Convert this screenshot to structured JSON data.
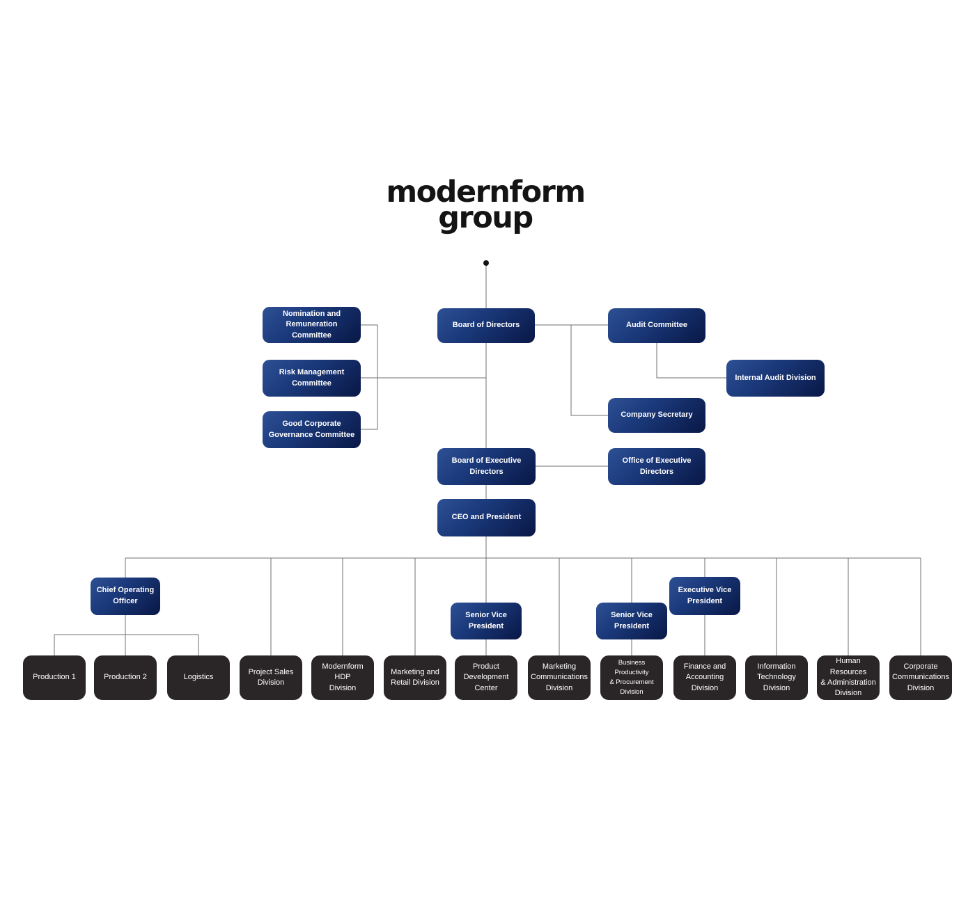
{
  "logo": {
    "line1": "modernform",
    "line2": "group"
  },
  "colors": {
    "node_primary_gradient_start": "#2e5094",
    "node_primary_gradient_end": "#0a1a4a",
    "node_dark": "#2a2627",
    "connector": "#6f6f6f",
    "text": "#ffffff",
    "logo_text": "#141414"
  },
  "nodes": {
    "nomination": "Nomination and\nRemuneration Committee",
    "risk": "Risk Management\nCommittee",
    "governance": "Good Corporate\nGovernance Committee",
    "board_directors": "Board of Directors",
    "audit": "Audit Committee",
    "internal_audit": "Internal Audit Division",
    "company_secretary": "Company Secretary",
    "board_exec": "Board of Executive\nDirectors",
    "office_exec": "Office of Executive\nDirectors",
    "ceo": "CEO and President",
    "coo": "Chief Operating\nOfficer",
    "svp1": "Senior Vice\nPresident",
    "svp2": "Senior Vice\nPresident",
    "evp": "Executive Vice\nPresident",
    "production1": "Production 1",
    "production2": "Production 2",
    "logistics": "Logistics",
    "project_sales": "Project Sales\nDivision",
    "modernform_hdp": "Modernform\nHDP\nDivision",
    "marketing_retail": "Marketing and\nRetail Division",
    "product_dev": "Product\nDevelopment\nCenter",
    "marketing_comm": "Marketing\nCommunications\nDivision",
    "business_productivity": "Business Productivity\n& Procurement\nDivision",
    "finance": "Finance and\nAccounting\nDivision",
    "it": "Information\nTechnology\nDivision",
    "hr": "Human Resources\n& Administration\nDivision",
    "corp_comm": "Corporate\nCommunications\nDivision"
  },
  "edges": [
    [
      "board_directors",
      "nomination"
    ],
    [
      "board_directors",
      "risk"
    ],
    [
      "board_directors",
      "governance"
    ],
    [
      "board_directors",
      "audit"
    ],
    [
      "board_directors",
      "company_secretary"
    ],
    [
      "audit",
      "internal_audit"
    ],
    [
      "board_directors",
      "board_exec"
    ],
    [
      "board_exec",
      "office_exec"
    ],
    [
      "board_exec",
      "ceo"
    ],
    [
      "ceo",
      "coo"
    ],
    [
      "ceo",
      "svp1"
    ],
    [
      "ceo",
      "svp2"
    ],
    [
      "ceo",
      "evp"
    ],
    [
      "coo",
      "production1"
    ],
    [
      "coo",
      "production2"
    ],
    [
      "coo",
      "logistics"
    ],
    [
      "ceo",
      "project_sales"
    ],
    [
      "ceo",
      "modernform_hdp"
    ],
    [
      "ceo",
      "marketing_retail"
    ],
    [
      "svp1",
      "product_dev"
    ],
    [
      "ceo",
      "marketing_comm"
    ],
    [
      "svp2",
      "business_productivity"
    ],
    [
      "evp",
      "finance"
    ],
    [
      "ceo",
      "it"
    ],
    [
      "ceo",
      "hr"
    ],
    [
      "ceo",
      "corp_comm"
    ]
  ]
}
